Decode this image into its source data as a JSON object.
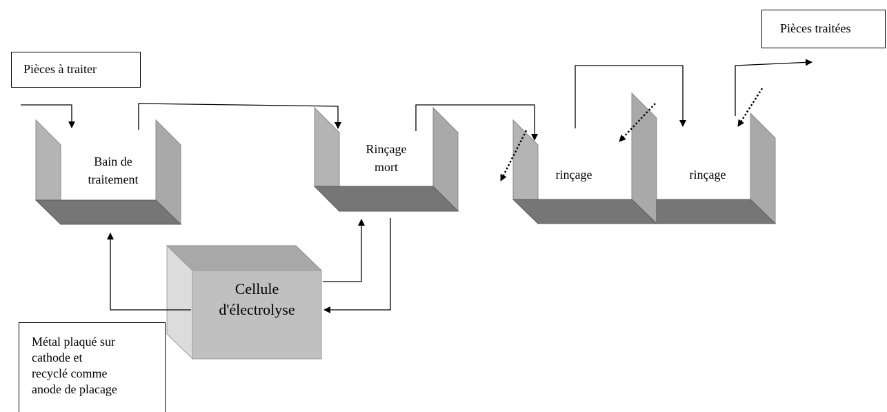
{
  "labels": {
    "input": "Pièces à traiter",
    "output": "Pièces traitées",
    "note_lines": [
      "Métal plaqué sur",
      "cathode et",
      "recyclé comme",
      "anode de placage"
    ]
  },
  "tanks": {
    "bath": [
      "Bain de",
      "traitement"
    ],
    "dead_rinse": [
      "Rinçage",
      "mort"
    ],
    "rinse_1": "rinçage",
    "rinse_2": "rinçage"
  },
  "cell": {
    "lines": [
      "Cellule",
      "d'électrolyse"
    ]
  },
  "colors": {
    "wall_light": "#b4b4b4",
    "wall_dark": "#8c8c8c",
    "floor": "#7a7a7a",
    "cell_front": "#c0c0c0",
    "cell_top": "#a8a8a8",
    "cell_side": "#dcdcdc",
    "line": "#000000"
  }
}
